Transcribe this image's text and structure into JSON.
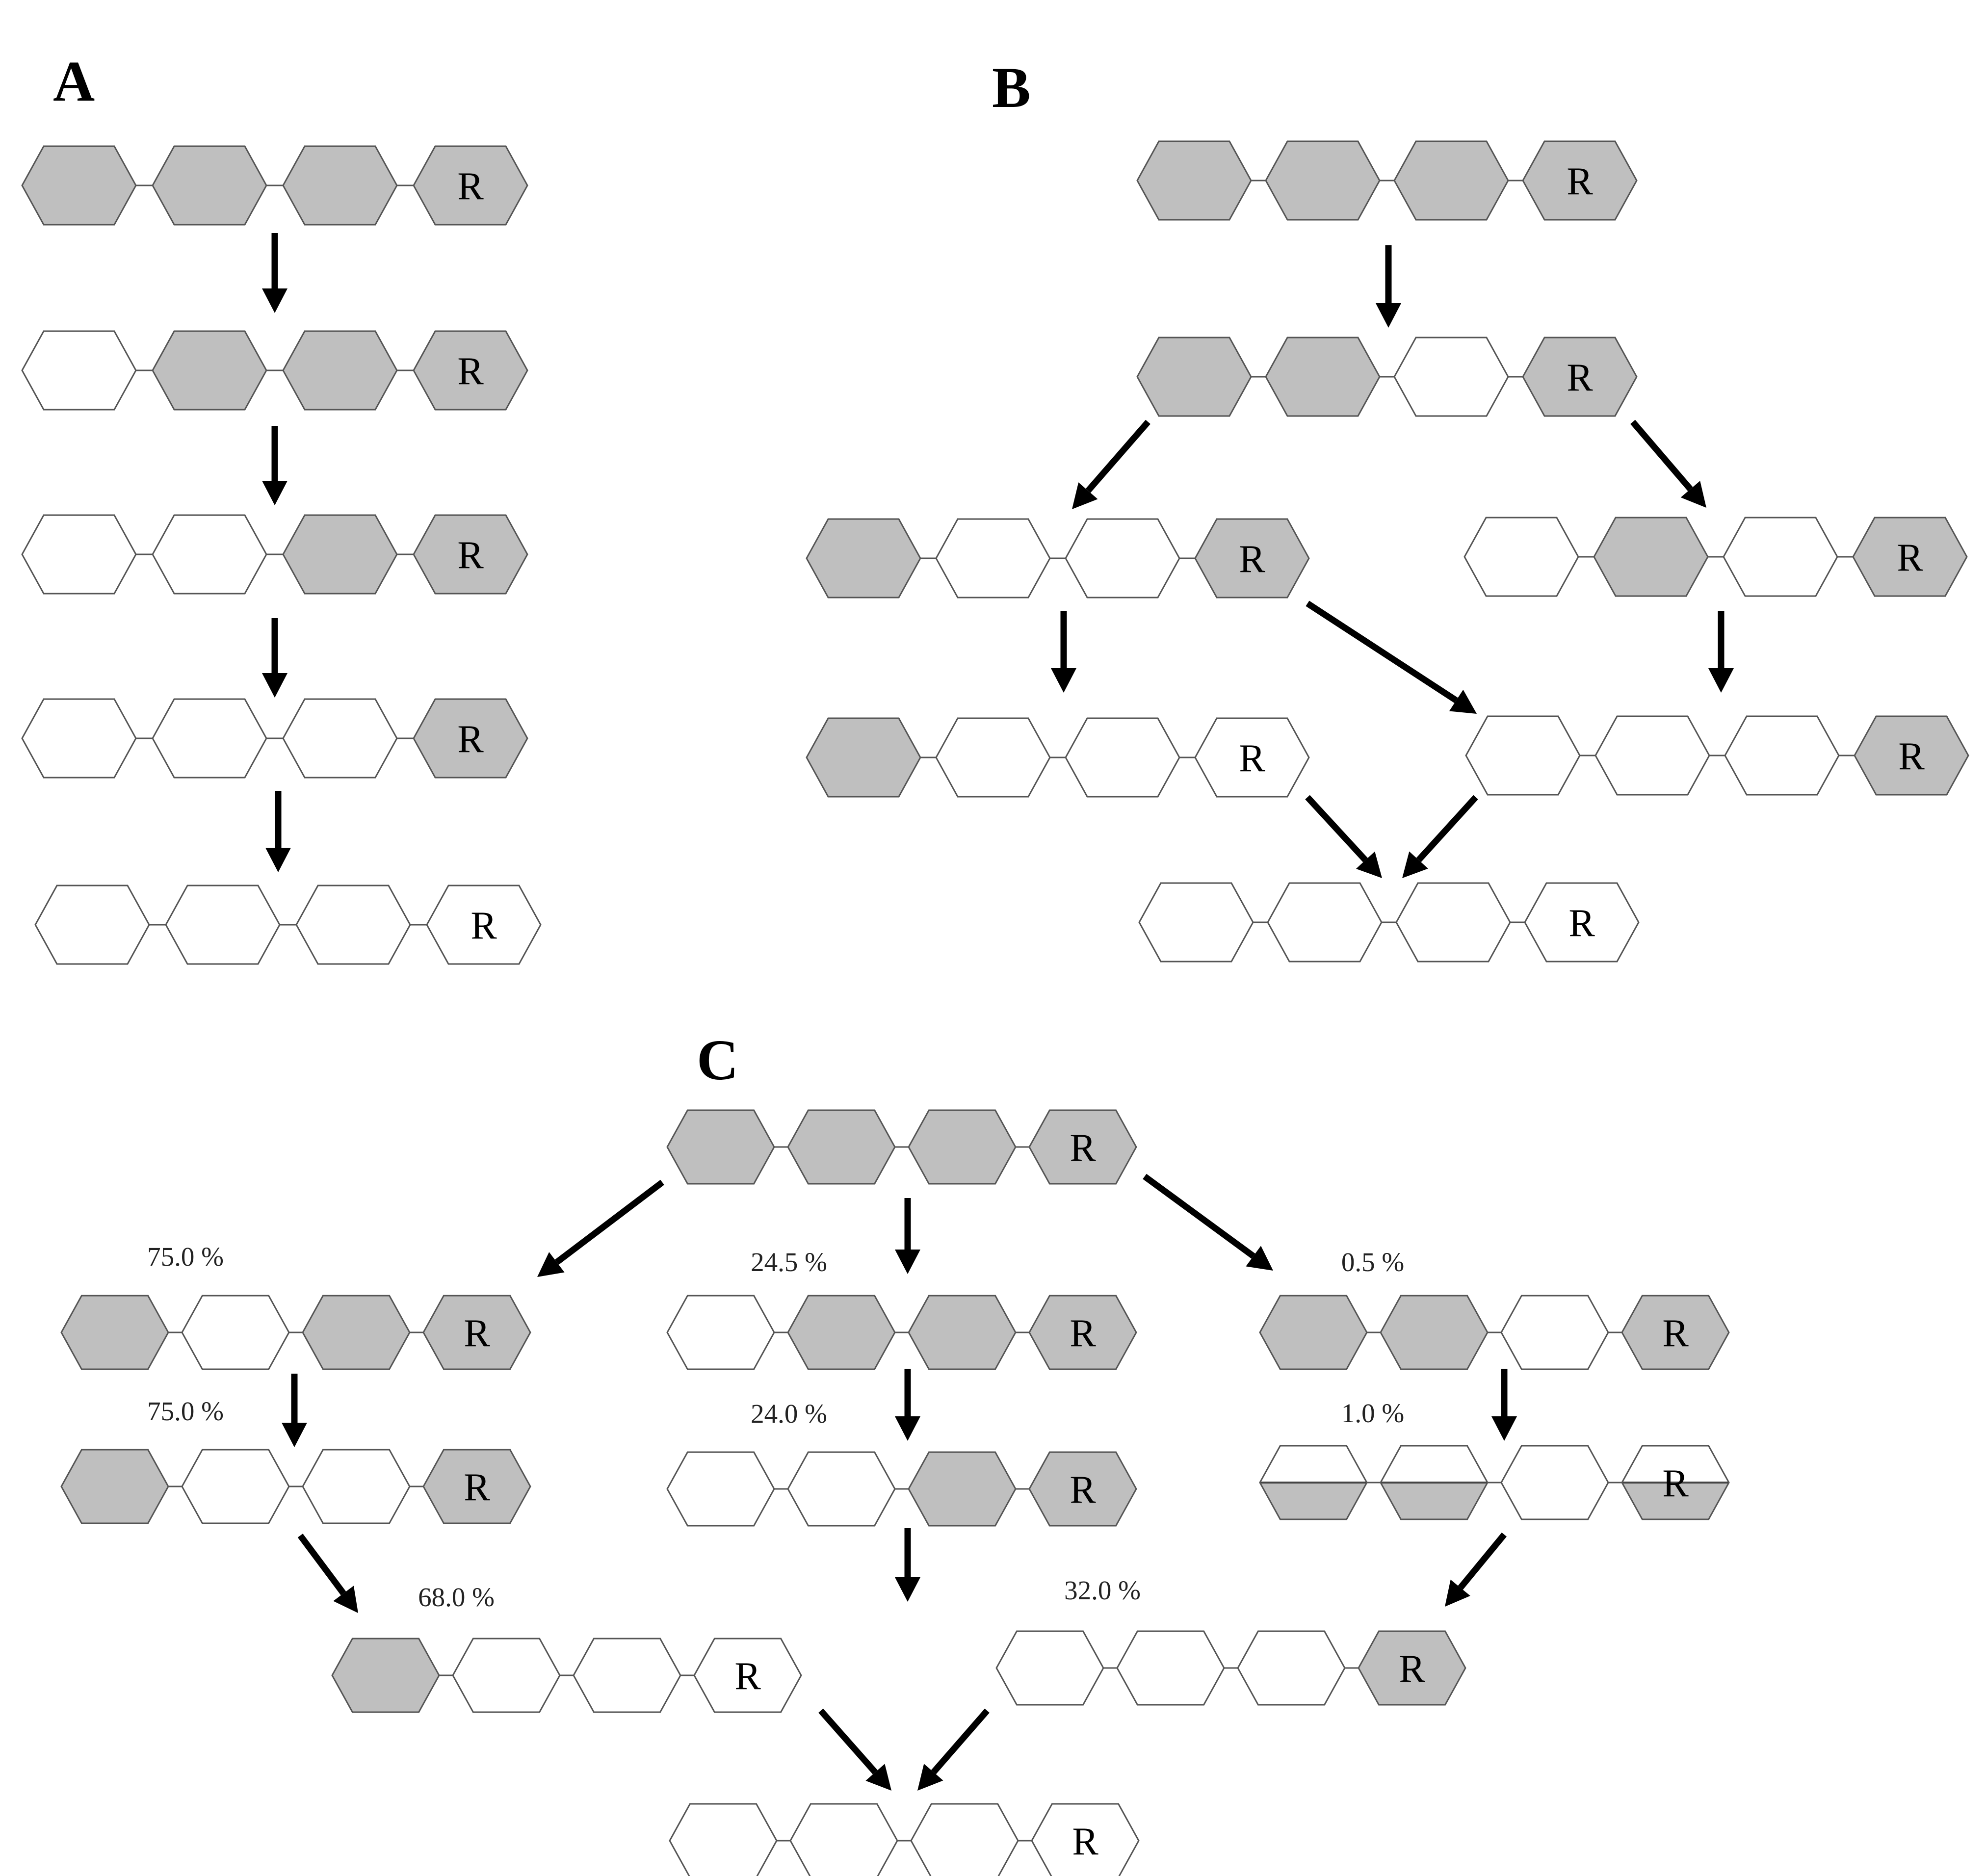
{
  "panels": [
    {
      "label": "A"
    },
    {
      "label": "B"
    },
    {
      "label": "C"
    }
  ],
  "reducing_end_label": "R",
  "percentages": [
    "75.0 %",
    "75.0 %",
    "24.5 %",
    "24.0 %",
    "0.5 %",
    "1.0 %",
    "68.0 %",
    "32.0 %"
  ],
  "chains": [
    {
      "panel": "A",
      "shading": [
        "shaded",
        "shaded",
        "shaded",
        "shaded"
      ]
    },
    {
      "panel": "A",
      "shading": [
        "plain",
        "shaded",
        "shaded",
        "shaded"
      ]
    },
    {
      "panel": "A",
      "shading": [
        "plain",
        "plain",
        "shaded",
        "shaded"
      ]
    },
    {
      "panel": "A",
      "shading": [
        "plain",
        "plain",
        "plain",
        "shaded"
      ]
    },
    {
      "panel": "A",
      "shading": [
        "plain",
        "plain",
        "plain",
        "plain"
      ]
    },
    {
      "panel": "B",
      "shading": [
        "shaded",
        "shaded",
        "shaded",
        "shaded"
      ]
    },
    {
      "panel": "B",
      "shading": [
        "shaded",
        "shaded",
        "plain",
        "shaded"
      ]
    },
    {
      "panel": "B",
      "shading": [
        "shaded",
        "plain",
        "plain",
        "shaded"
      ]
    },
    {
      "panel": "B",
      "shading": [
        "plain",
        "shaded",
        "plain",
        "shaded"
      ]
    },
    {
      "panel": "B",
      "shading": [
        "shaded",
        "plain",
        "plain",
        "plain"
      ]
    },
    {
      "panel": "B",
      "shading": [
        "plain",
        "plain",
        "plain",
        "shaded"
      ]
    },
    {
      "panel": "B",
      "shading": [
        "plain",
        "plain",
        "plain",
        "plain"
      ]
    },
    {
      "panel": "C",
      "shading": [
        "shaded",
        "shaded",
        "shaded",
        "shaded"
      ]
    },
    {
      "panel": "C",
      "shading": [
        "shaded",
        "plain",
        "shaded",
        "shaded"
      ]
    },
    {
      "panel": "C",
      "shading": [
        "plain",
        "shaded",
        "shaded",
        "shaded"
      ]
    },
    {
      "panel": "C",
      "shading": [
        "shaded",
        "shaded",
        "plain",
        "shaded"
      ]
    },
    {
      "panel": "C",
      "shading": [
        "shaded",
        "plain",
        "plain",
        "shaded"
      ]
    },
    {
      "panel": "C",
      "shading": [
        "plain",
        "plain",
        "shaded",
        "shaded"
      ]
    },
    {
      "panel": "C",
      "shading": [
        "half",
        "half",
        "plain",
        "half"
      ]
    },
    {
      "panel": "C",
      "shading": [
        "shaded",
        "plain",
        "plain",
        "plain"
      ]
    },
    {
      "panel": "C",
      "shading": [
        "plain",
        "plain",
        "plain",
        "shaded"
      ]
    },
    {
      "panel": "C",
      "shading": [
        "plain",
        "plain",
        "plain",
        "plain"
      ]
    }
  ],
  "colors": {
    "shaded": "#bfbfbf",
    "plain": "#ffffff",
    "outline": "#555555",
    "arrow": "#000000"
  }
}
